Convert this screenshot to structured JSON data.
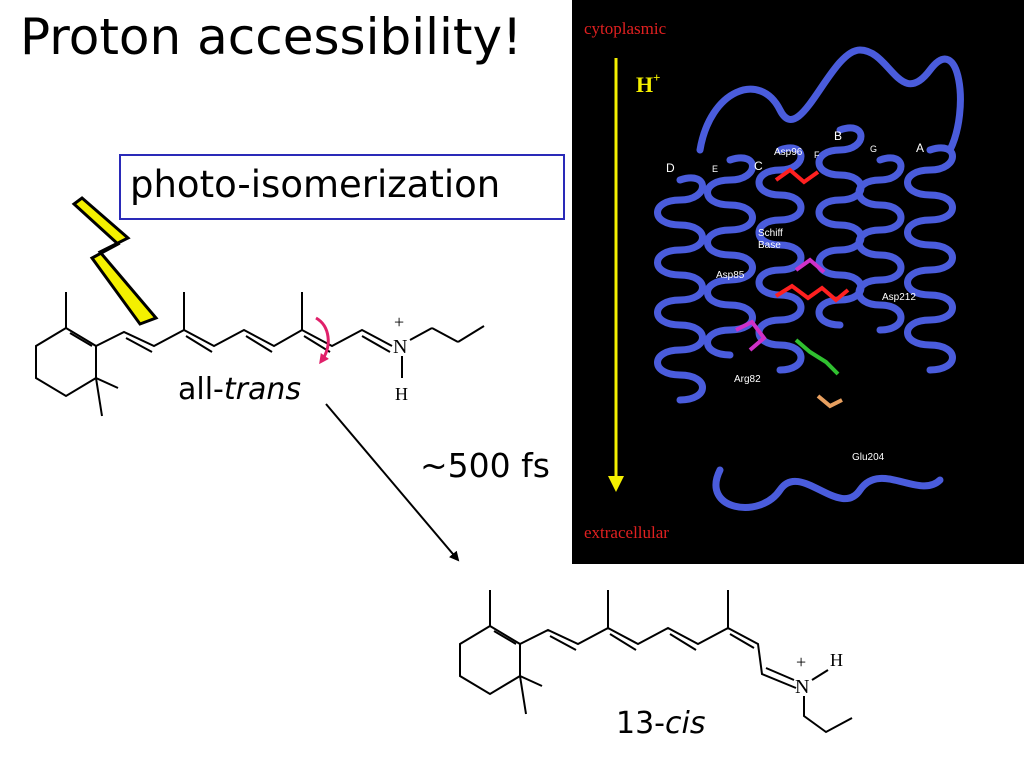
{
  "slide": {
    "title": "Proton accessibility!",
    "process_label": "photo-isomerization",
    "timescale": "~500 fs"
  },
  "molecule_top": {
    "label_prefix": "all-",
    "label_italic": "trans",
    "charge": "+",
    "nitrogen": "N",
    "hydrogen": "H"
  },
  "molecule_bottom": {
    "label_prefix": "13-",
    "label_italic": "cis",
    "charge": "+",
    "nitrogen": "N",
    "hydrogen": "H"
  },
  "protein_panel": {
    "top_label": "cytoplasmic",
    "bottom_label": "extracellular",
    "proton_label": "H",
    "proton_charge": "+",
    "helix_labels": [
      "D",
      "E",
      "C",
      "B",
      "F",
      "G",
      "A"
    ],
    "residue_labels": [
      "Asp96",
      "Schiff",
      "Base",
      "Asp85",
      "Asp212",
      "Arg82",
      "Glu204"
    ],
    "colors": {
      "background": "#000000",
      "ribbon": "#4a5cdc",
      "membrane_text": "#e02020",
      "proton_arrow": "#f4f000",
      "asp": "#ff2020",
      "schiff": "#d030c8",
      "arg": "#30c030",
      "glu": "#e8a060"
    }
  },
  "icons": [
    "lightning-bolt-icon",
    "rotation-arrow-icon",
    "reaction-arrow-icon"
  ]
}
